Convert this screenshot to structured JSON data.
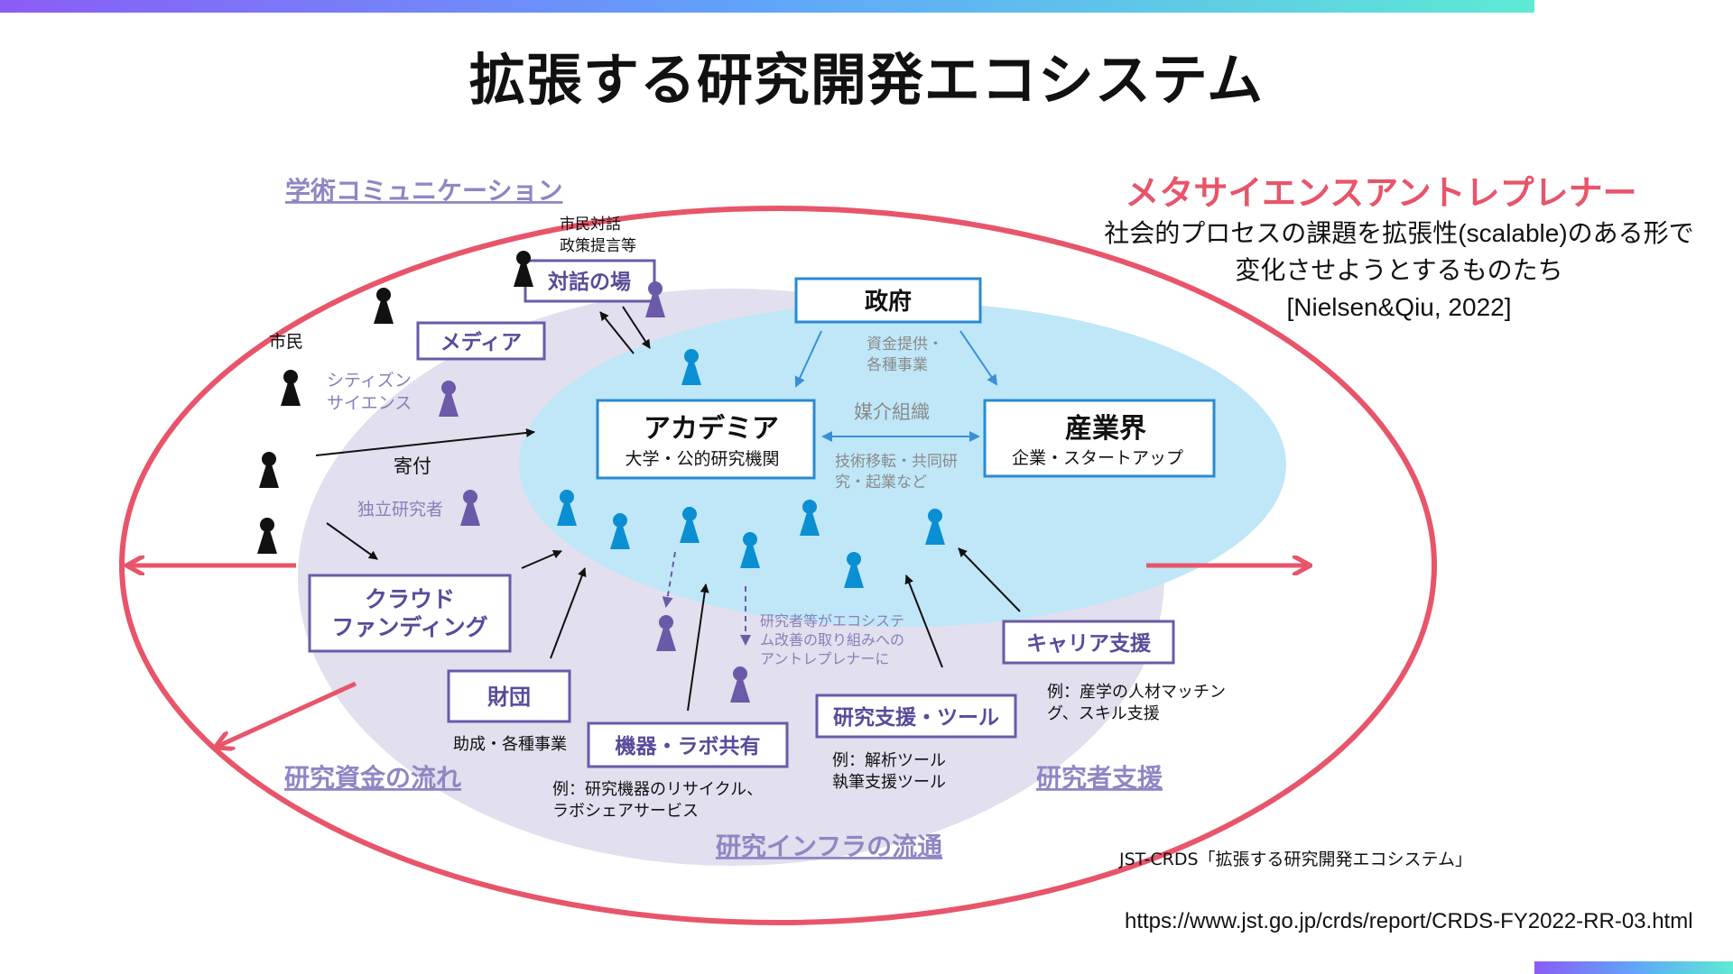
{
  "slide": {
    "title": "拡張する研究開発エコシステム",
    "meta_title": "メタサイエンスアントレプレナー",
    "meta_desc_line1": "社会的プロセスの課題を拡張性(scalable)のある形で",
    "meta_desc_line2": "変化させようとするものたち",
    "meta_citation": "[Nielsen&Qiu, 2022]",
    "credit": "JST-CRDS「拡張する研究開発エコシステム」",
    "url": "https://www.jst.go.jp/crds/report/CRDS-FY2022-RR-03.html"
  },
  "diagram": {
    "categories": {
      "communication": "学術コミュニケーション",
      "funding_flow": "研究資金の流れ",
      "infra_flow": "研究インフラの流通",
      "researcher_support": "研究者支援"
    },
    "boxes": {
      "academia_title": "アカデミア",
      "academia_sub": "大学・公的研究機関",
      "industry_title": "産業界",
      "industry_sub": "企業・スタートアップ",
      "government": "政府",
      "media": "メディア",
      "dialogue": "対話の場",
      "crowdfunding_1": "クラウド",
      "crowdfunding_2": "ファンディング",
      "foundation": "財団",
      "equipment": "機器・ラボ共有",
      "research_tools": "研究支援・ツール",
      "career": "キャリア支援"
    },
    "labels": {
      "citizen_dialogue_1": "市民対話",
      "citizen_dialogue_2": "政策提言等",
      "citizens": "市民",
      "citizen_science_1": "シティズン",
      "citizen_science_2": "サイエンス",
      "donation": "寄付",
      "independent": "独立研究者",
      "gov_funding_1": "資金提供・",
      "gov_funding_2": "各種事業",
      "intermediary": "媒介組織",
      "tech_transfer_1": "技術移転・共同研",
      "tech_transfer_2": "究・起業など",
      "foundation_sub": "助成・各種事業",
      "equipment_ex_1": "例：研究機器のリサイクル、",
      "equipment_ex_2": "ラボシェアサービス",
      "tools_ex_1": "例：解析ツール",
      "tools_ex_2": "執筆支援ツール",
      "career_ex_1": "例：産学の人材マッチン",
      "career_ex_2": "グ、スキル支援",
      "entrepreneur_1": "研究者等がエコシステ",
      "entrepreneur_2": "ム改善の取り組みへの",
      "entrepreneur_3": "アントレプレナーに"
    }
  },
  "colors": {
    "accent_red": "#e8556a",
    "academia_blue": "#0b8fd3",
    "purple": "#6a5aa8",
    "outer_ellipse_fill": "#e2dfee",
    "inner_ellipse_fill": "#bfe7f7"
  }
}
